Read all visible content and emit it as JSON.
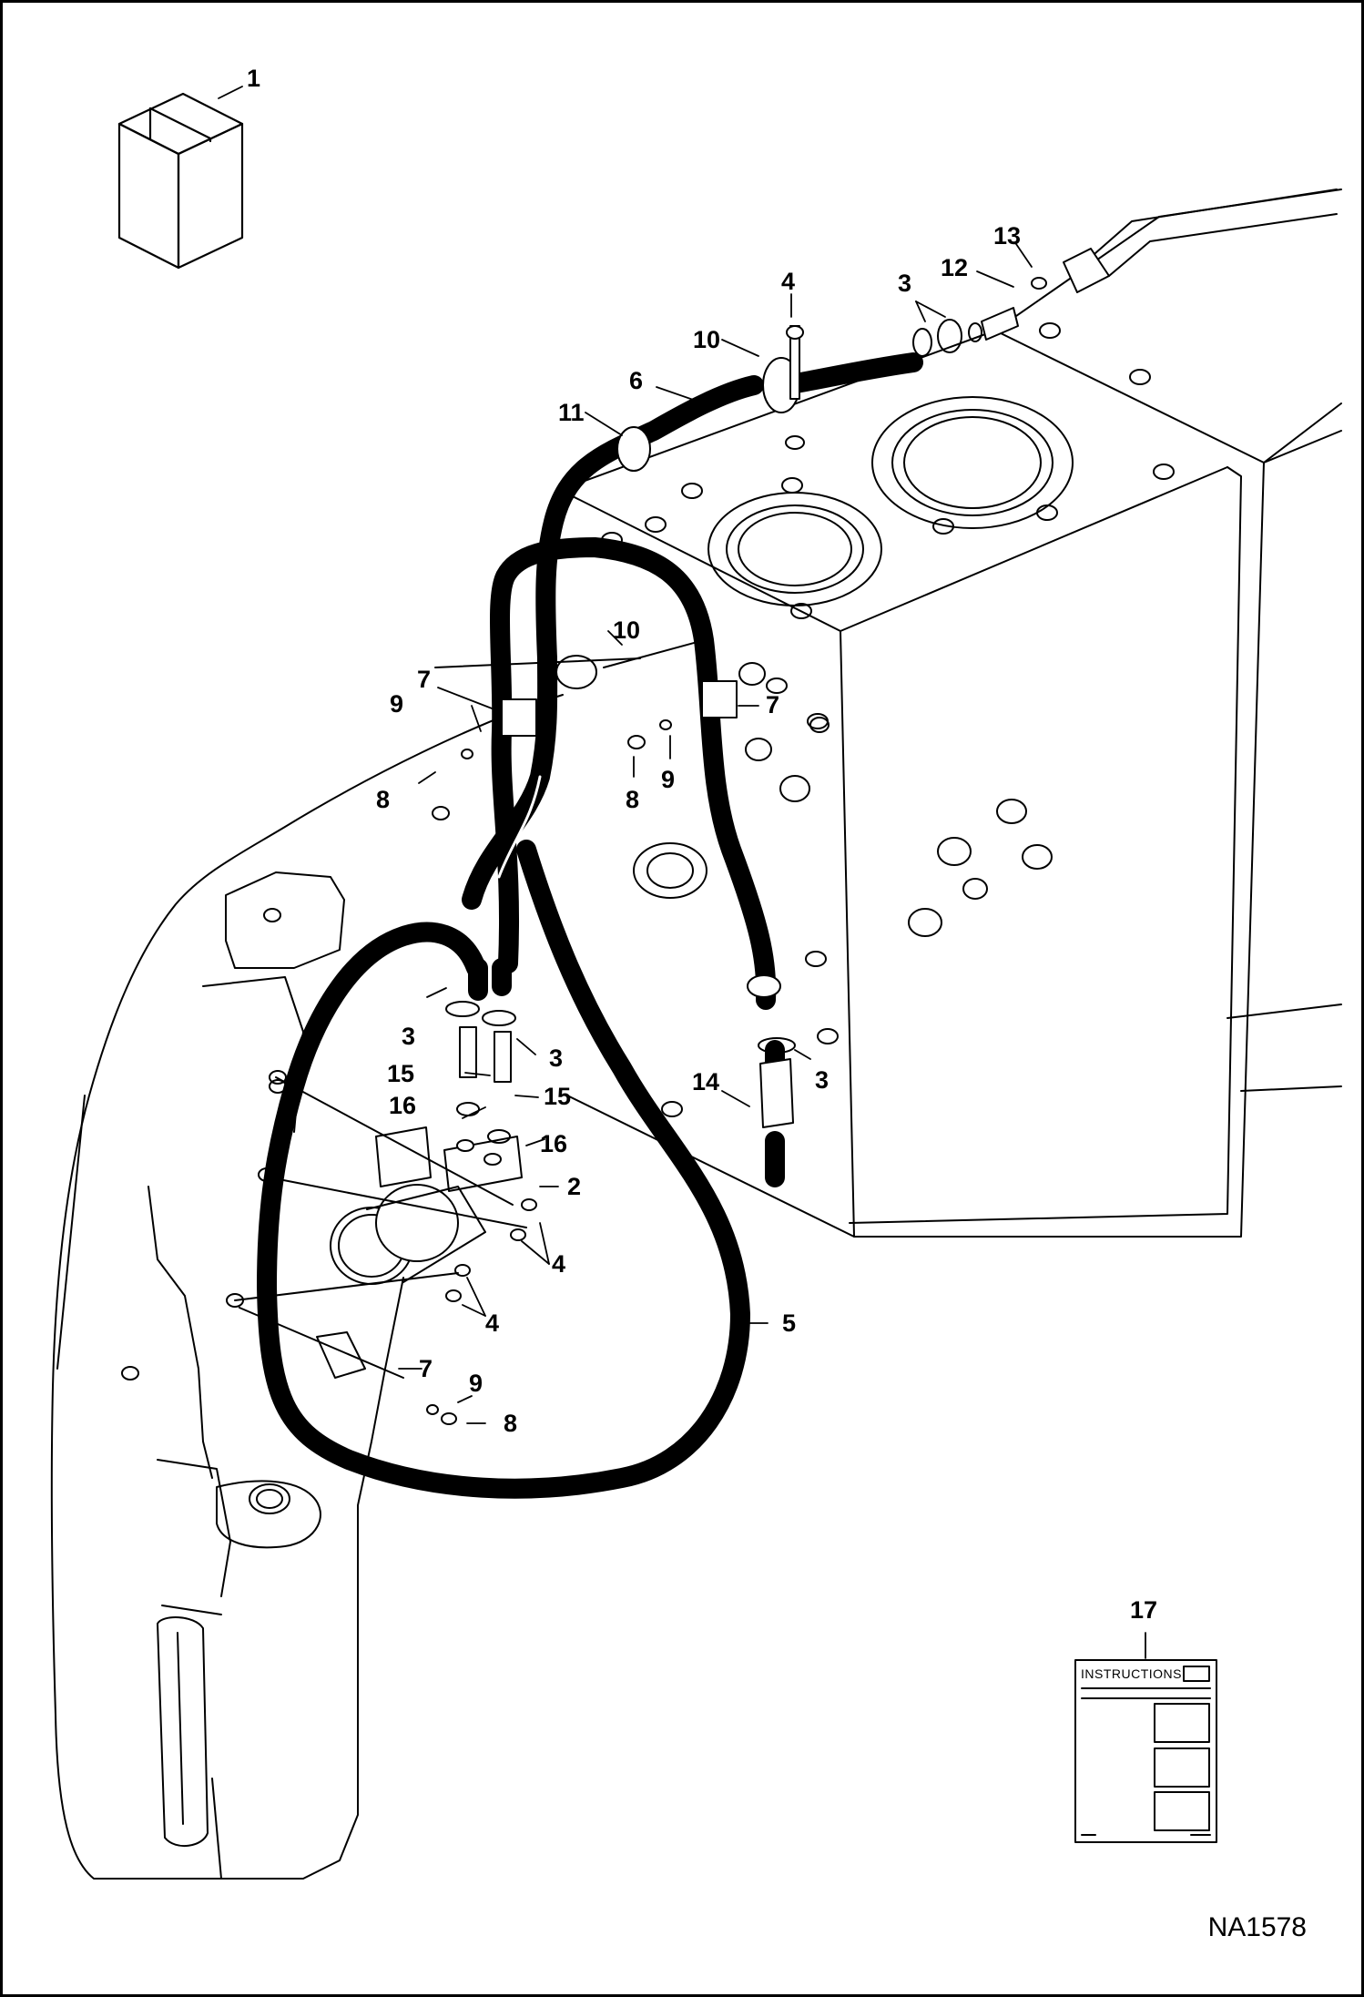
{
  "figure_id": "NA1578",
  "instructions_label": "INSTRUCTIONS",
  "callouts": {
    "c1": "1",
    "c2": "2",
    "c3a": "3",
    "c3b": "3",
    "c3c": "3",
    "c3d": "3",
    "c4a": "4",
    "c4b": "4",
    "c4c": "4",
    "c5": "5",
    "c6": "6",
    "c7a": "7",
    "c7b": "7",
    "c7c": "7",
    "c8a": "8",
    "c8b": "8",
    "c8c": "8",
    "c9a": "9",
    "c9b": "9",
    "c9c": "9",
    "c10a": "10",
    "c10b": "10",
    "c11": "11",
    "c12": "12",
    "c13": "13",
    "c14": "14",
    "c15a": "15",
    "c15b": "15",
    "c16a": "16",
    "c16b": "16",
    "c17": "17"
  },
  "colors": {
    "line": "#000000",
    "background": "#ffffff",
    "hose": "#000000"
  }
}
